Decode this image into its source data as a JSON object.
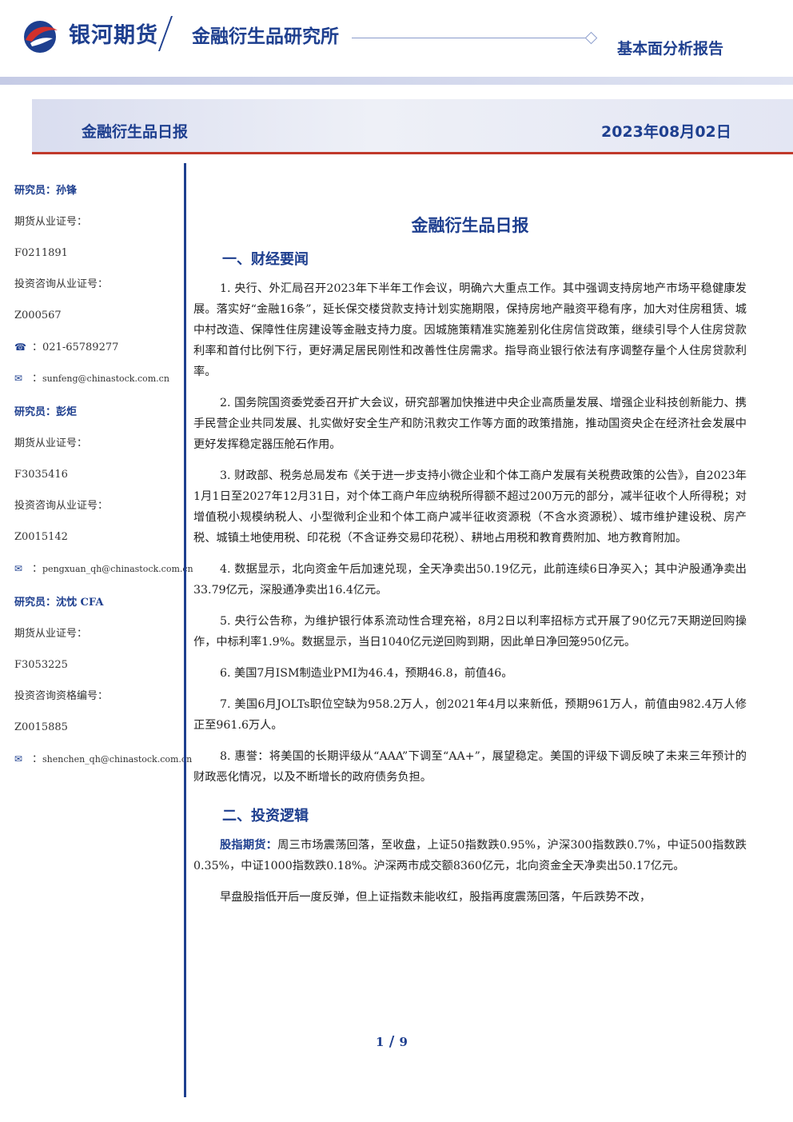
{
  "header": {
    "brand": "银河期货",
    "institute": "金融衍生品研究所",
    "report_type": "基本面分析报告",
    "brand_color": "#1e3f8f",
    "accent_color": "#c0392b"
  },
  "banner": {
    "title": "金融衍生品日报",
    "date": "2023年08月02日"
  },
  "researchers": [
    {
      "name": "研究员：孙锋",
      "futures_cert_label": "期货从业证号：",
      "futures_cert": "F0211891",
      "consult_cert_label": "投资咨询从业证号：",
      "consult_cert": "Z000567",
      "phone": "021-65789277",
      "email": "sunfeng@chinastock.com.cn"
    },
    {
      "name": "研究员：彭炬",
      "futures_cert_label": "期货从业证号：",
      "futures_cert": "F3035416",
      "consult_cert_label": "投资咨询从业证号：",
      "consult_cert": "Z0015142",
      "email": "pengxuan_qh@chinastock.com.cn"
    },
    {
      "name": "研究员：沈忱 CFA",
      "futures_cert_label": "期货从业证号：",
      "futures_cert": "F3053225",
      "consult_cert_label": "投资咨询资格编号：",
      "consult_cert": "Z0015885",
      "email": "shenchen_qh@chinastock.com.cn"
    }
  ],
  "doc": {
    "title": "金融衍生品日报",
    "section1_title": "一、财经要闻",
    "news": [
      "1. 央行、外汇局召开2023年下半年工作会议，明确六大重点工作。其中强调支持房地产市场平稳健康发展。落实好“金融16条”，延长保交楼贷款支持计划实施期限，保持房地产融资平稳有序，加大对住房租赁、城中村改造、保障性住房建设等金融支持力度。因城施策精准实施差别化住房信贷政策，继续引导个人住房贷款利率和首付比例下行，更好满足居民刚性和改善性住房需求。指导商业银行依法有序调整存量个人住房贷款利率。",
      "2. 国务院国资委党委召开扩大会议，研究部署加快推进中央企业高质量发展、增强企业科技创新能力、携手民营企业共同发展、扎实做好安全生产和防汛救灾工作等方面的政策措施，推动国资央企在经济社会发展中更好发挥稳定器压舱石作用。",
      "3. 财政部、税务总局发布《关于进一步支持小微企业和个体工商户发展有关税费政策的公告》，自2023年1月1日至2027年12月31日，对个体工商户年应纳税所得额不超过200万元的部分，减半征收个人所得税；对增值税小规模纳税人、小型微利企业和个体工商户减半征收资源税（不含水资源税）、城市维护建设税、房产税、城镇土地使用税、印花税（不含证券交易印花税）、耕地占用税和教育费附加、地方教育附加。",
      "4. 数据显示，北向资金午后加速兑现，全天净卖出50.19亿元，此前连续6日净买入；其中沪股通净卖出33.79亿元，深股通净卖出16.4亿元。",
      "5. 央行公告称，为维护银行体系流动性合理充裕，8月2日以利率招标方式开展了90亿元7天期逆回购操作，中标利率1.9%。数据显示，当日1040亿元逆回购到期，因此单日净回笼950亿元。",
      "6. 美国7月ISM制造业PMI为46.4，预期46.8，前值46。",
      "7. 美国6月JOLTs职位空缺为958.2万人，创2021年4月以来新低，预期961万人，前值由982.4万人修正至961.6万人。",
      "8. 惠誉：将美国的长期评级从“AAA”下调至“AA+”，展望稳定。美国的评级下调反映了未来三年预计的财政恶化情况，以及不断增长的政府债务负担。"
    ],
    "section2_title": "二、投资逻辑",
    "logic_label": "股指期货：",
    "logic_text": "周三市场震荡回落，至收盘，上证50指数跌0.95%，沪深300指数跌0.7%，中证500指数跌0.35%，中证1000指数跌0.18%。沪深两市成交额8360亿元，北向资金全天净卖出50.17亿元。",
    "logic_text2": "早盘股指低开后一度反弹，但上证指数未能收红，股指再度震荡回落，午后跌势不改，"
  },
  "footer": {
    "page": "1",
    "total": "9"
  }
}
